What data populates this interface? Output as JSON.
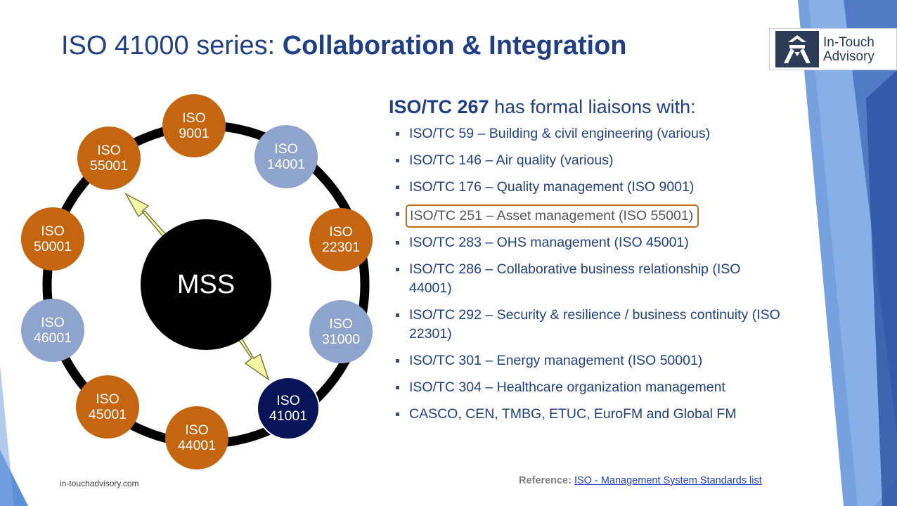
{
  "slide": {
    "title_regular": "ISO 41000 series: ",
    "title_bold": "Collaboration & Integration",
    "logo": {
      "line1": "In-Touch",
      "line2": "Advisory",
      "icon": "in-touch-logo-icon"
    },
    "heading_bold": "ISO/TC 267",
    "heading_rest": " has formal liaisons with:",
    "list_items": [
      "ISO/TC 59 – Building & civil engineering (various)",
      "ISO/TC 146 – Air quality (various)",
      "ISO/TC 176 – Quality management (ISO 9001)",
      "ISO/TC 251 – Asset management (ISO 55001)",
      "ISO/TC 283 – OHS management (ISO 45001)",
      "ISO/TC 286 – Collaborative business relationship (ISO 44001)",
      "ISO/TC 292 – Security & resilience / business continuity (ISO 22301)",
      "ISO/TC 301 – Energy management (ISO 50001)",
      "ISO/TC 304 – Healthcare organization management",
      "CASCO, CEN, TMBG, ETUC, EuroFM and Global FM"
    ],
    "footer_site": "in-touchadvisory.com",
    "reference_label": "Reference:",
    "reference_link": "ISO - Management System Standards list"
  },
  "diagram": {
    "center": "MSS",
    "nodes": [
      {
        "line1": "ISO",
        "line2": "9001",
        "color": "#c5650f"
      },
      {
        "line1": "ISO",
        "line2": "14001",
        "color": "#8ea4cc"
      },
      {
        "line1": "ISO",
        "line2": "22301",
        "color": "#c5650f"
      },
      {
        "line1": "ISO",
        "line2": "31000",
        "color": "#8ea4cc"
      },
      {
        "line1": "ISO",
        "line2": "41001",
        "color": "#071457"
      },
      {
        "line1": "ISO",
        "line2": "44001",
        "color": "#c5650f"
      },
      {
        "line1": "ISO",
        "line2": "45001",
        "color": "#c5650f"
      },
      {
        "line1": "ISO",
        "line2": "46001",
        "color": "#8ea4cc"
      },
      {
        "line1": "ISO",
        "line2": "50001",
        "color": "#c5650f"
      },
      {
        "line1": "ISO",
        "line2": "55001",
        "color": "#c5650f"
      }
    ],
    "arrow_color": "#f4f5a5"
  },
  "colors": {
    "title": "#1f3f87",
    "accent_orange": "#c46a17",
    "decor_blue": "#5b8fd6"
  }
}
